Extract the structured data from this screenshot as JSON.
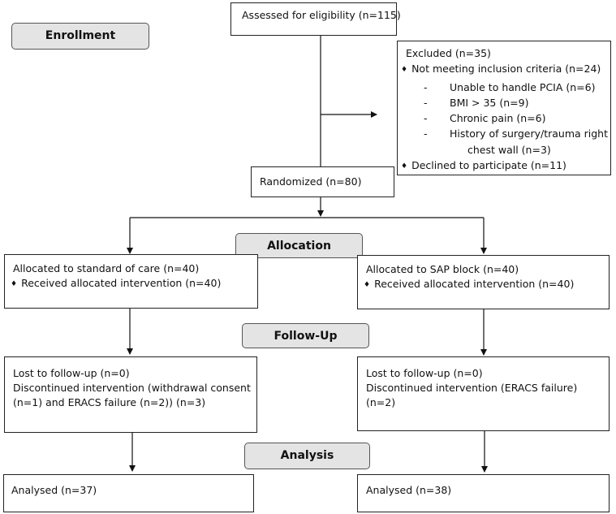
{
  "stages": {
    "enrollment": "Enrollment",
    "allocation": "Allocation",
    "follow_up": "Follow-Up",
    "analysis": "Analysis"
  },
  "assessed": "Assessed for eligibility (n=115)",
  "excluded": {
    "title": "Excluded  (n=35)",
    "criteria": "Not meeting inclusion criteria (n=24)",
    "reasons": [
      "Unable to handle PCIA (n=6)",
      "BMI > 35 (n=9)",
      "Chronic pain (n=6)",
      "History of surgery/trauma right"
    ],
    "reason_continuation": "chest wall (n=3)",
    "declined": "Declined to participate (n=11)"
  },
  "randomized": "Randomized (n=80)",
  "left": {
    "allocated": "Allocated to standard of care (n=40)",
    "received": "Received allocated intervention (n=40)",
    "followup": [
      "Lost to follow-up (n=0)",
      "Discontinued intervention (withdrawal consent",
      "(n=1) and ERACS failure (n=2)) (n=3)"
    ],
    "analysed": "Analysed  (n=37)"
  },
  "right": {
    "allocated": "Allocated to SAP block (n=40)",
    "received": "Received allocated intervention (n=40)",
    "followup": [
      "Lost to follow-up (n=0)",
      "Discontinued intervention (ERACS failure)",
      "(n=2)"
    ],
    "analysed": "Analysed  (n=38)"
  }
}
